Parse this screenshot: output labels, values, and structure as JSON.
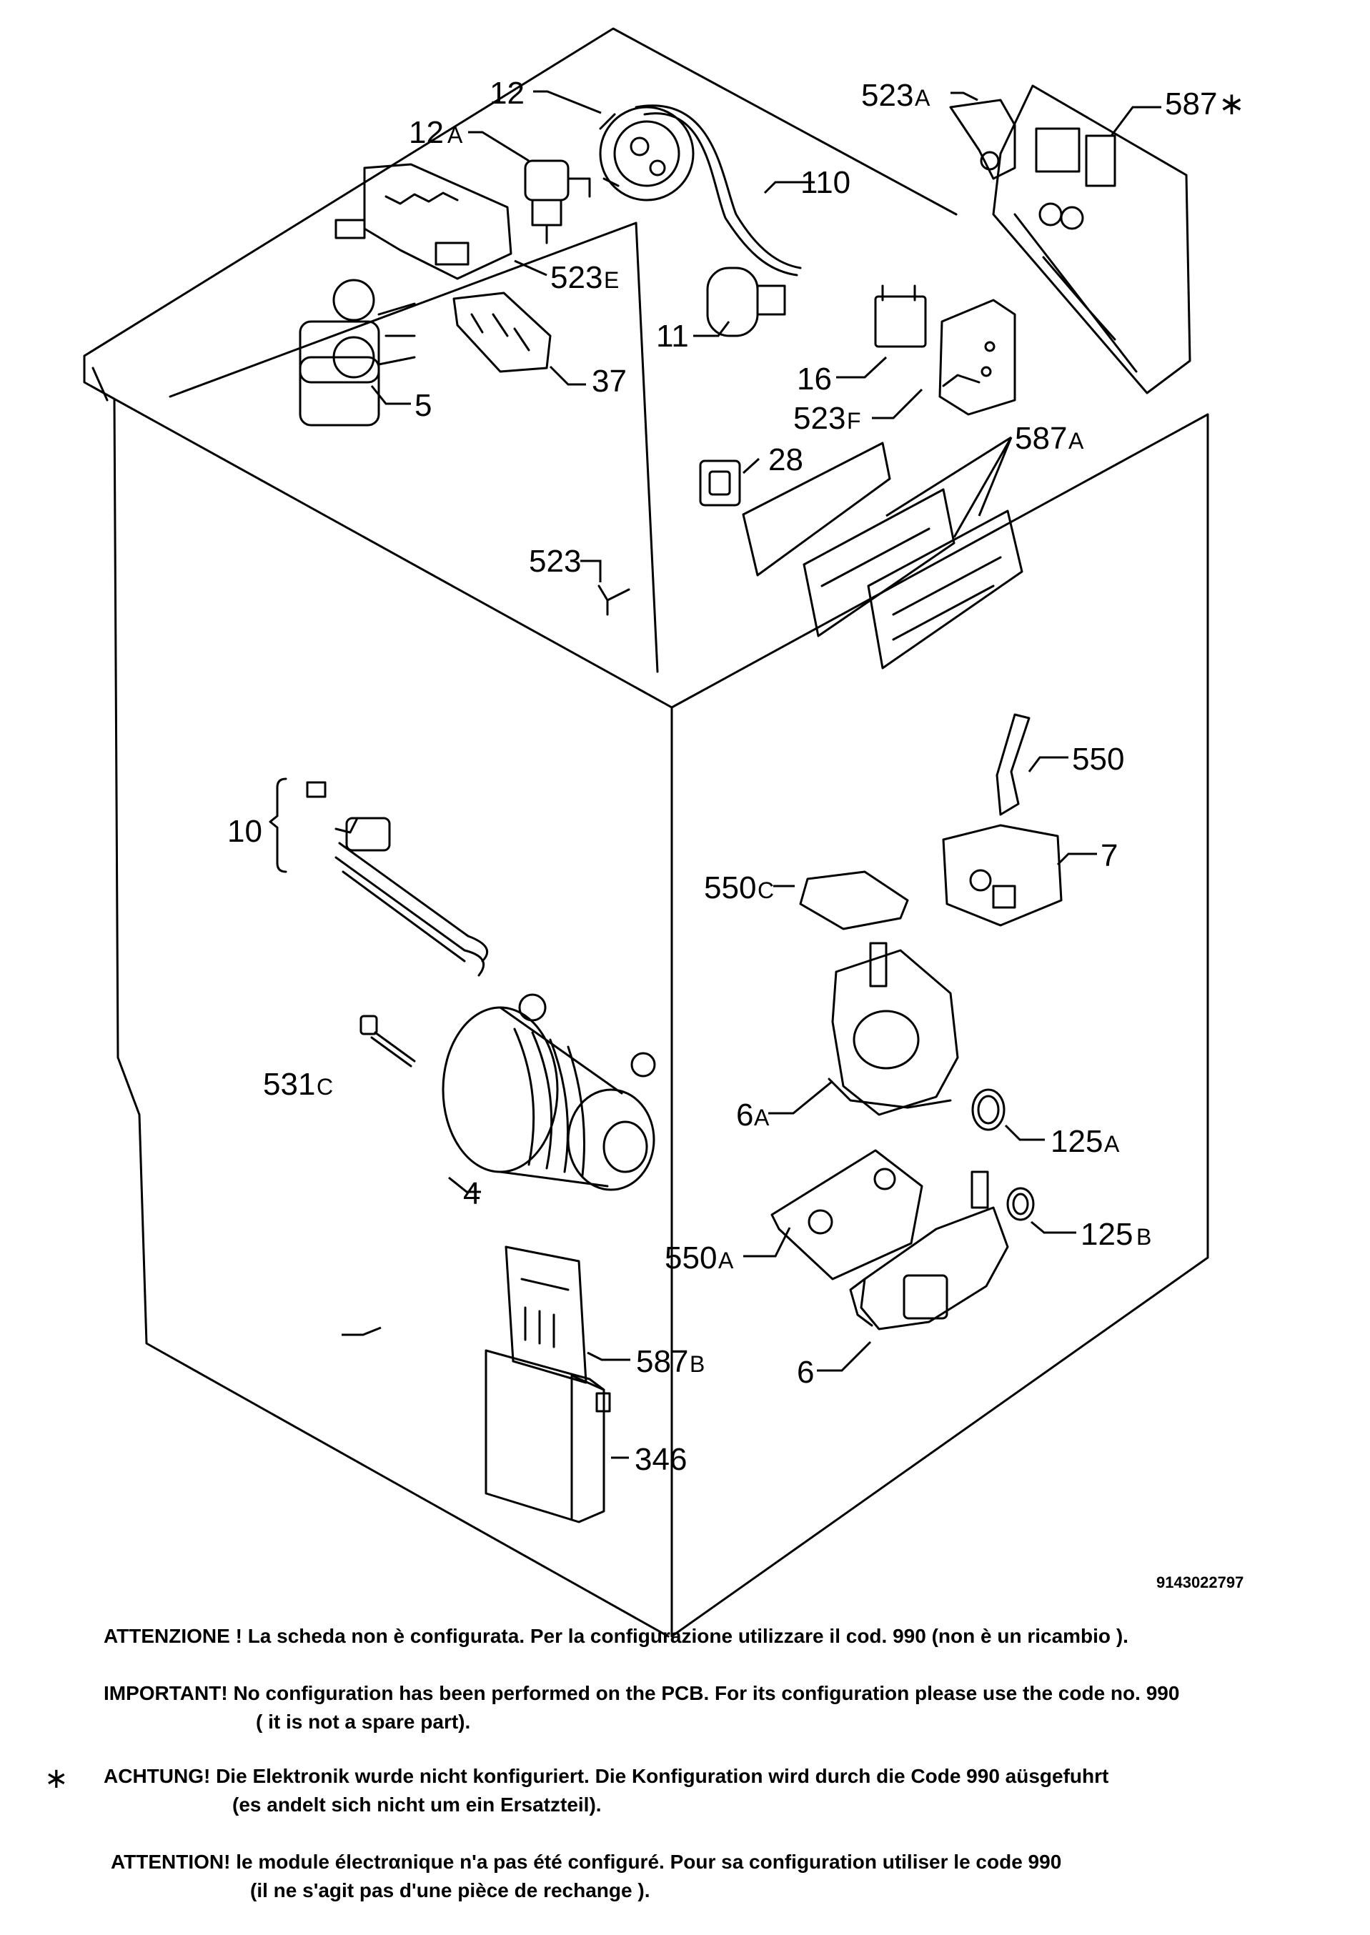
{
  "labels": {
    "p12": "12",
    "p12a_num": "12",
    "p12a_sfx": "A",
    "p523a_num": "523",
    "p523a_sfx": "A",
    "p587_num": "587",
    "p587_mark": "∗",
    "p110": "110",
    "p523e_num": "523",
    "p523e_sfx": "E",
    "p11": "11",
    "p37": "37",
    "p5": "5",
    "p16": "16",
    "p523f_num": "523",
    "p523f_sfx": "F",
    "p587a_num": "587",
    "p587a_sfx": "A",
    "p28": "28",
    "p523": "523",
    "p550": "550",
    "p10": "10",
    "p7": "7",
    "p550c_num": "550",
    "p550c_sfx": "C",
    "p531c_num": "531",
    "p531c_sfx": "C",
    "p6a_num": "6",
    "p6a_sfx": "A",
    "p125a_num": "125",
    "p125a_sfx": "A",
    "p4": "4",
    "p125b_num": "125",
    "p125b_sfx": "B",
    "p550a_num": "550",
    "p550a_sfx": "A",
    "p587b_num": "587",
    "p587b_sfx": "B",
    "p6": "6",
    "p346": "346"
  },
  "drawing_code": "9143022797",
  "notes": {
    "italian": "ATTENZIONE ! La scheda non è  configurata. Per la configurazione utilizzare il cod. 990 (non è un ricambio ).",
    "english_1": "IMPORTANT! No configuration has been performed on the PCB. For its configuration please use the code no. 990",
    "english_2": "( it is not a spare part).",
    "star": "∗",
    "german_1": "ACHTUNG! Die Elektronik wurde nicht konfiguriert. Die Konfiguration wird durch die Code 990 aüsgefuhrt",
    "german_2": "(es andelt sich nicht um ein Ersatzteil).",
    "french_1": "ATTENTION! le module électrαnique n'a pas été configuré. Pour  sa configuration utiliser le code 990",
    "french_2": "(il ne s'agit pas d'une pièce de rechange )."
  }
}
